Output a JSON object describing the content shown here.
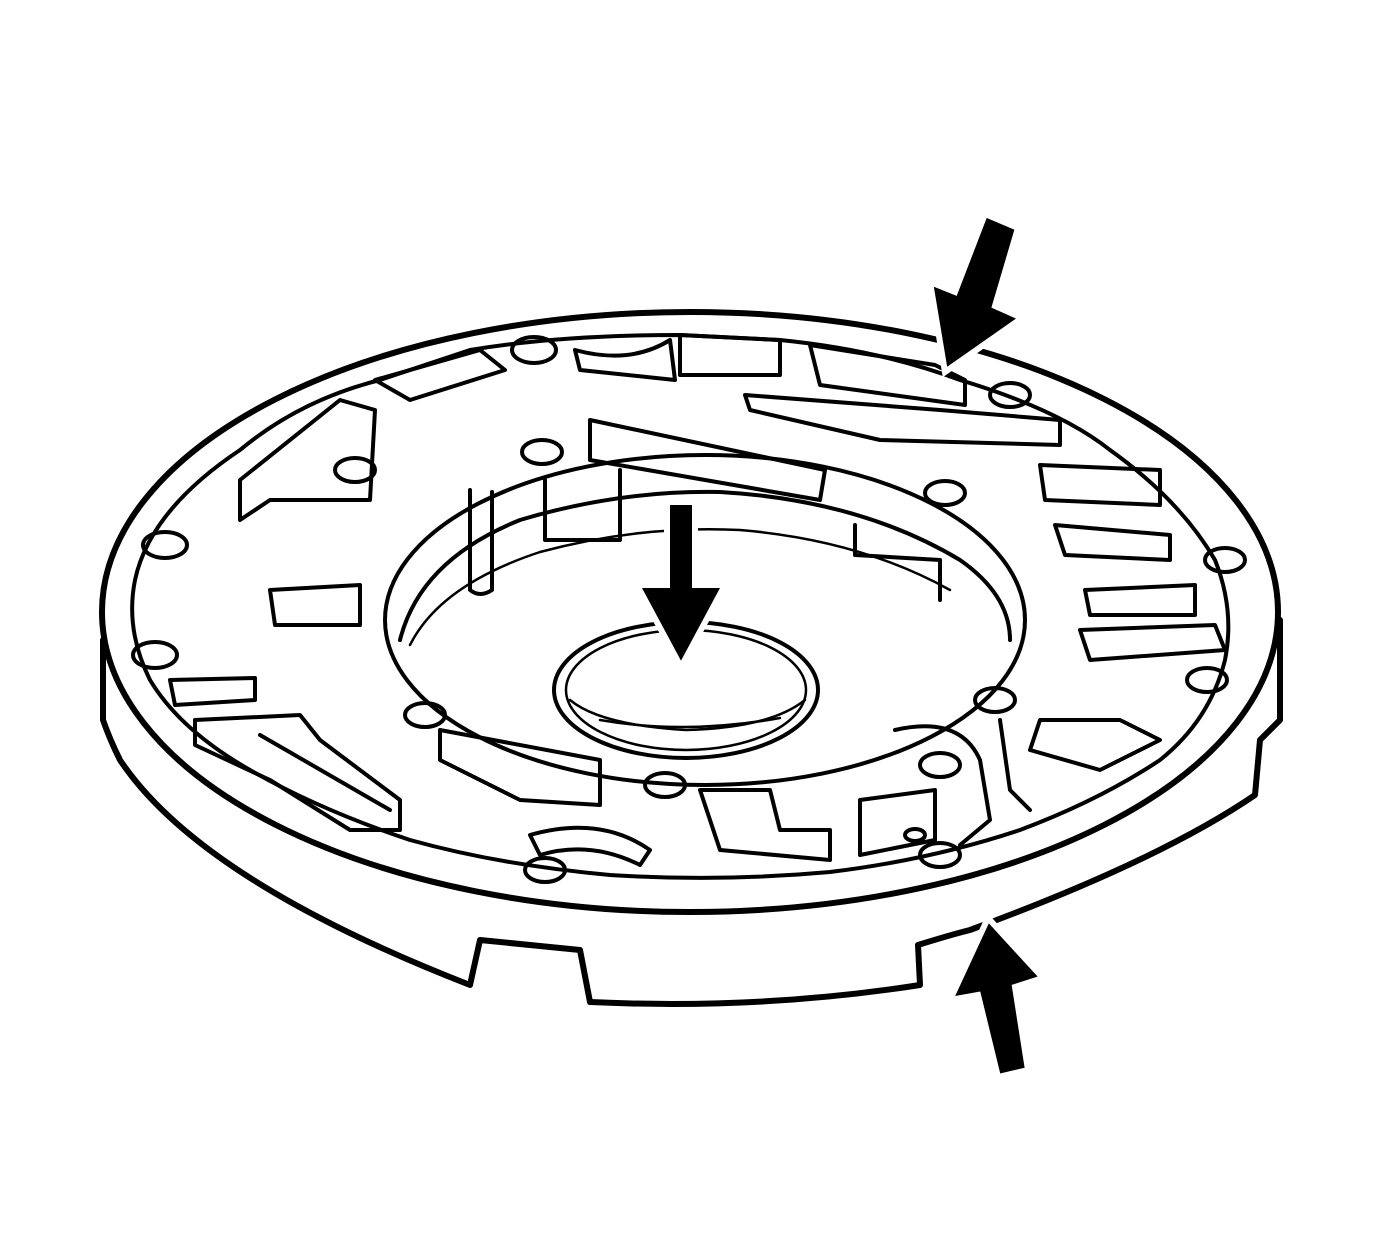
{
  "figure": {
    "subject": "pump-cover-illustration",
    "colors": {
      "ink": "#000000",
      "background": "#ffffff"
    },
    "callouts": [
      {
        "id": "arrow-top-right",
        "direction": "down-left"
      },
      {
        "id": "arrow-center",
        "direction": "down"
      },
      {
        "id": "arrow-bottom-right",
        "direction": "up-left"
      }
    ]
  }
}
